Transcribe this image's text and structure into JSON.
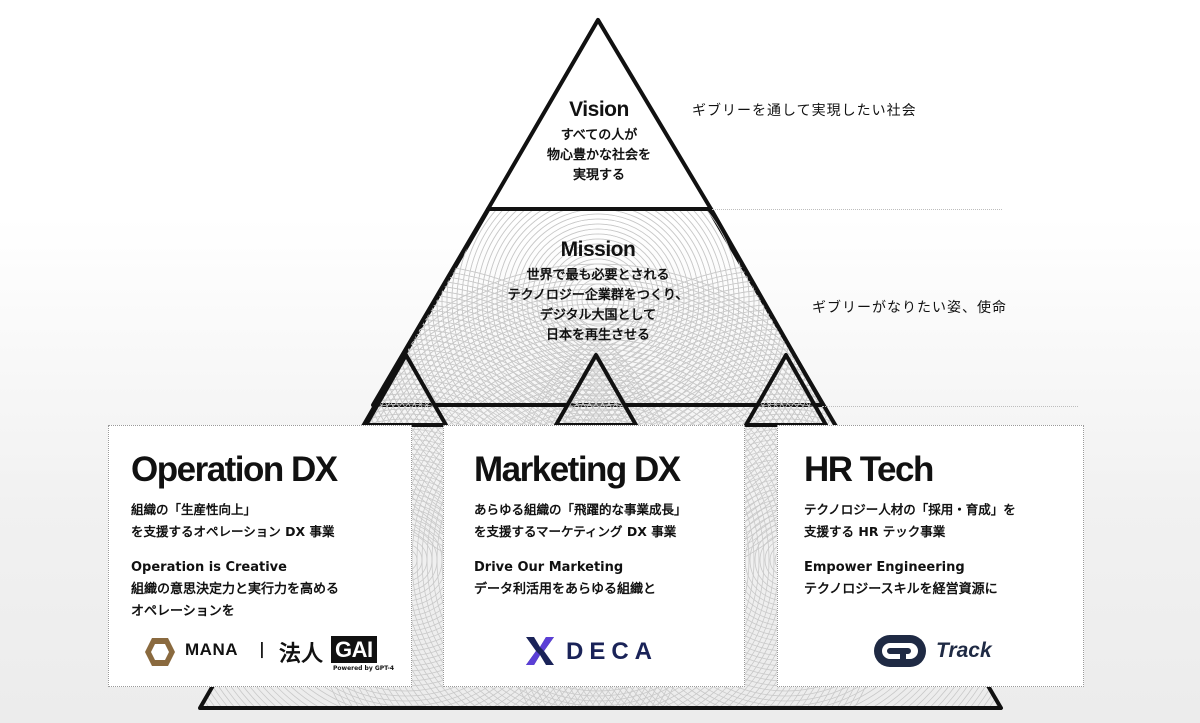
{
  "pyramid": {
    "vision": {
      "title": "Vision",
      "lines": [
        "すべての人が",
        "物心豊かな社会を",
        "実現する"
      ],
      "note": "ギブリーを通して実現したい社会"
    },
    "mission": {
      "title": "Mission",
      "lines": [
        "世界で最も必要とされる",
        "テクノロジー企業群をつくり、",
        "デジタル大国として",
        "日本を再生させる"
      ],
      "note": "ギブリーがなりたい姿、使命"
    }
  },
  "cards": [
    {
      "title": "Operation DX",
      "desc": [
        "組織の「生産性向上」",
        "を支援するオペレーション DX 事業"
      ],
      "tag": [
        "Operation is Creative",
        "組織の意思決定力と実行力を高める",
        "オペレーションを"
      ],
      "logos": {
        "mana": "MANA",
        "separator": "|",
        "gai_kanji": "法人",
        "gai_box": "GAI",
        "gai_sub": "Powered by GPT-4"
      }
    },
    {
      "title": "Marketing DX",
      "desc": [
        "あらゆる組織の「飛躍的な事業成長」",
        "を支援するマーケティング DX 事業"
      ],
      "tag": [
        "Drive Our Marketing",
        "データ利活用をあらゆる組織と"
      ],
      "logos": {
        "deca": "DECA"
      }
    },
    {
      "title": "HR Tech",
      "desc": [
        "テクノロジー人材の「採用・育成」を",
        "支援する HR テック事業"
      ],
      "tag": [
        "Empower Engineering",
        "テクノロジースキルを経営資源に"
      ],
      "logos": {
        "track": "Track"
      }
    }
  ],
  "colors": {
    "ink": "#111111",
    "deca_navy": "#1a2358",
    "deca_purple": "#5b3fd6",
    "mana_bronze": "#8a6a3f",
    "track_navy": "#1f2a44"
  }
}
